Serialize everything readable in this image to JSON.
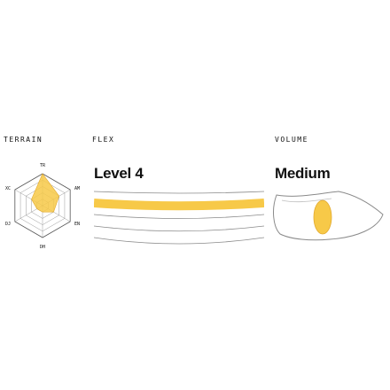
{
  "terrain": {
    "label": "TERRAIN",
    "axes": [
      "TR",
      "AM",
      "EN",
      "DH",
      "DJ",
      "XC"
    ],
    "levels": {
      "TR": 5,
      "AM": 3,
      "EN": 2,
      "DH": 1,
      "DJ": 1,
      "XC": 2
    },
    "max_level": 5
  },
  "flex": {
    "label": "FLEX",
    "value": "Level 4",
    "selected_level": 4,
    "level_count": 5
  },
  "volume": {
    "label": "VOLUME",
    "value": "Medium"
  },
  "colors": {
    "accent": "#F7C948",
    "accent_stroke": "#E2A92E",
    "line": "#8A8A8A",
    "text": "#111111"
  }
}
